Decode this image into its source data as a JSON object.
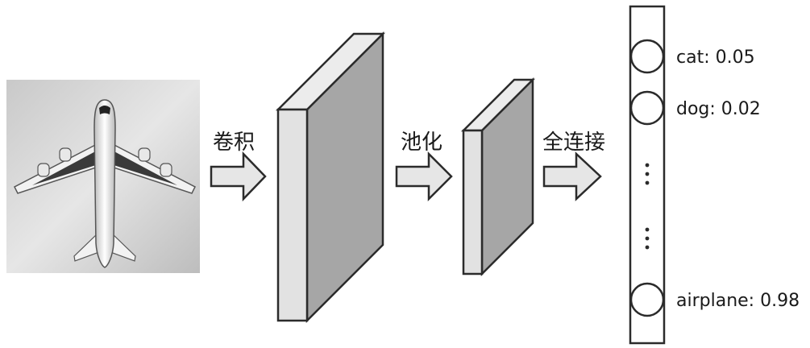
{
  "input_image": {
    "subject": "airplane",
    "icon": "airplane-photo"
  },
  "stages": [
    {
      "label": "卷积"
    },
    {
      "label": "池化"
    },
    {
      "label": "全连接"
    }
  ],
  "outputs": [
    {
      "label": "cat: 0.05"
    },
    {
      "label": "dog: 0.02"
    },
    {
      "label": "airplane: 0.98"
    }
  ],
  "colors": {
    "block_front": "#e2e2e2",
    "block_side": "#a6a6a6",
    "stroke": "#2b2b2b",
    "arrow_fill": "#e6e6e6"
  }
}
